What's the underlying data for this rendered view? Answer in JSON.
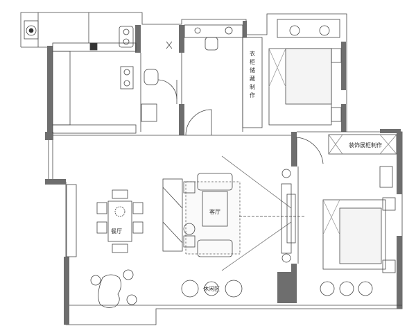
{
  "rooms": {
    "dining": "餐厅",
    "living": "客厅",
    "leisure": "休闲区",
    "wardrobe_vertical": [
      "衣",
      "柜",
      "储",
      "藏",
      "制",
      "作"
    ],
    "display_cabinet": "装饰展柜制作"
  },
  "colors": {
    "wall": "#6e6e6e",
    "line": "#444444",
    "background": "#ffffff"
  }
}
